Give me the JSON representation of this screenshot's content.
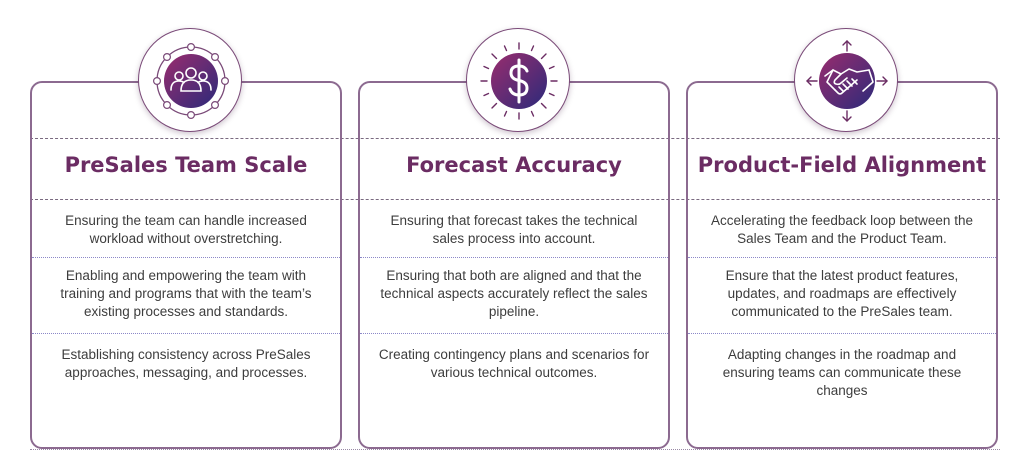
{
  "cards": [
    {
      "title": "PreSales Team Scale",
      "icon": "team-icon",
      "items": [
        "Ensuring the team can handle increased workload without overstretching.",
        "Enabling and empowering the team with training and programs that with the team’s existing processes and standards.",
        "Establishing consistency across PreSales approaches, messaging, and processes."
      ]
    },
    {
      "title": "Forecast Accuracy",
      "icon": "dollar-icon",
      "items": [
        "Ensuring that forecast takes the technical sales process into account.",
        "Ensuring that both are aligned and that the technical aspects accurately reflect the sales pipeline.",
        "Creating contingency plans and scenarios for various technical outcomes."
      ]
    },
    {
      "title": "Product-Field Alignment",
      "icon": "handshake-icon",
      "items": [
        "Accelerating the feedback loop between the Sales Team and the Product Team.",
        "Ensure that the latest product features, updates, and roadmaps are effectively communicated to the PreSales team.",
        "Adapting changes in the roadmap and ensuring teams can communicate these changes"
      ]
    }
  ],
  "colors": {
    "title": "#6b2c63",
    "border": "#8c6a90",
    "gradient_start": "#8a2a6e",
    "gradient_end": "#2a2a78"
  }
}
